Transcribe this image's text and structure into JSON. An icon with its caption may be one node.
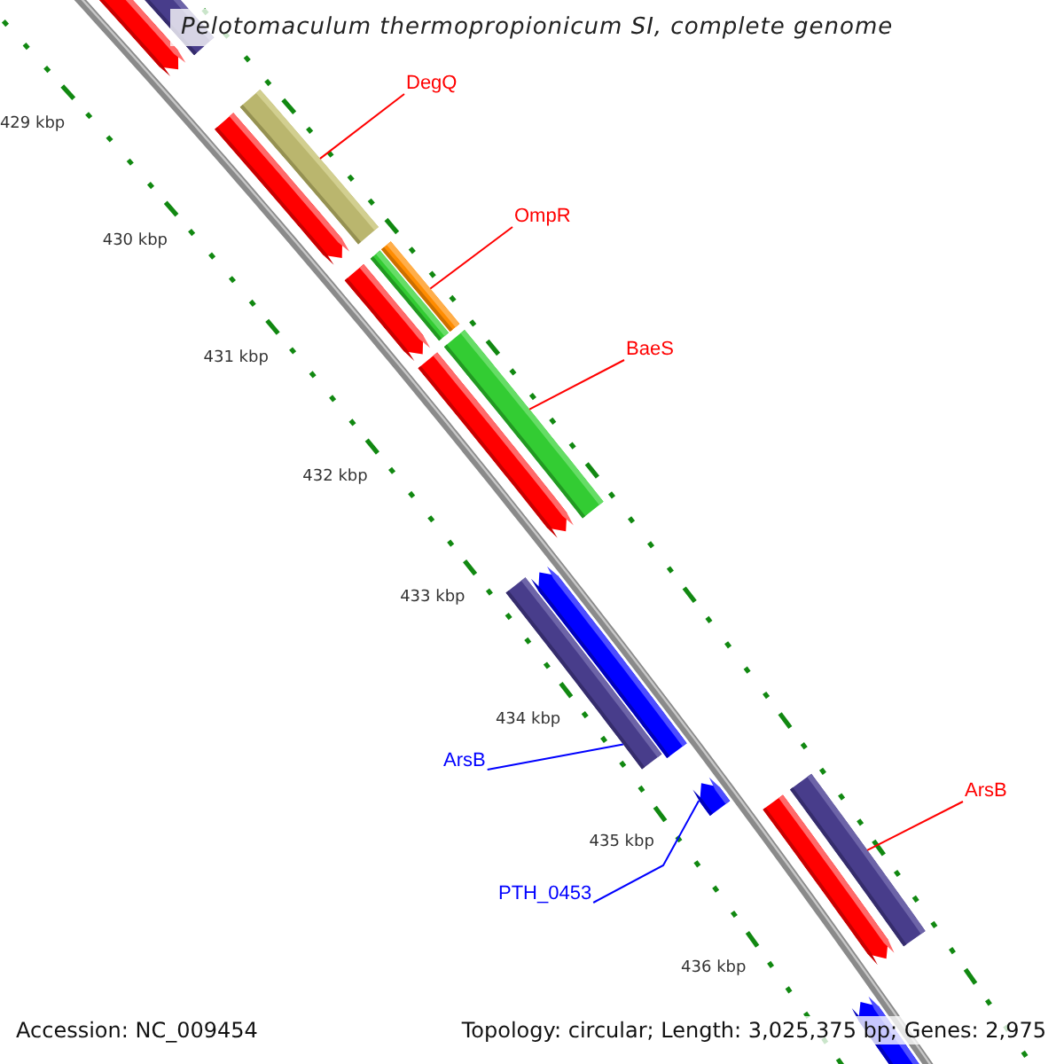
{
  "diagram": {
    "title": "Pelotomaculum thermopropionicum SI, complete genome",
    "nodes": [
      {
        "text": [
          "DegQ"
        ]
      },
      {
        "text": [],
        "shape": "bar"
      },
      {
        "text": [
          "OmpR"
        ]
      },
      {
        "text": [],
        "shape": "bar"
      },
      {
        "text": [
          "BaeS"
        ]
      },
      {
        "text": [],
        "shape": "bar"
      },
      {
        "text": [
          "ArsB"
        ]
      },
      {
        "text": [],
        "shape": "bar"
      },
      {
        "text": [
          "ArsB"
        ]
      },
      {
        "text": [],
        "shape": "bar"
      },
      {
        "text": [
          "PTH_0453"
        ]
      },
      {
        "text": [],
        "shape": "bar"
      }
    ],
    "edges": [
      {
        "from": 0,
        "to": 1,
        "arrow": "none"
      },
      {
        "from": 2,
        "to": 3,
        "arrow": "none"
      },
      {
        "from": 4,
        "to": 5,
        "arrow": "none"
      },
      {
        "from": 6,
        "to": 7,
        "arrow": "none",
        "color": "#0000ff"
      },
      {
        "from": 8,
        "to": 9,
        "arrow": "none"
      },
      {
        "from": 10,
        "to": 11,
        "arrow": "none",
        "color": "#0000ff"
      }
    ],
    "labels": [
      "429 kbp",
      "430 kbp",
      "431 kbp",
      "432 kbp",
      "433 kbp",
      "434 kbp",
      "435 kbp",
      "436 kbp",
      "Accession: NC_009454",
      "Topology: circular; Length: 3,025,375 bp; Genes: 2,975"
    ]
  }
}
